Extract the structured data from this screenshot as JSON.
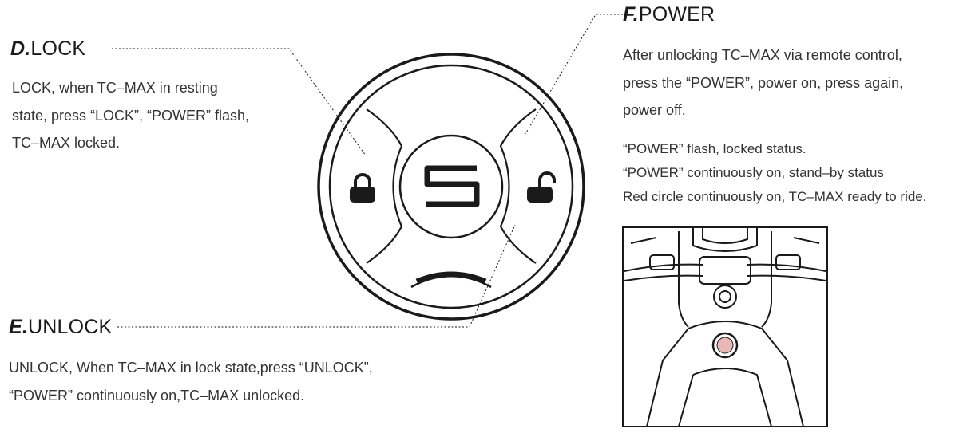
{
  "sections": {
    "lock": {
      "letter": "D.",
      "title": "LOCK",
      "lines": [
        "LOCK, when TC–MAX in resting",
        "state, press “LOCK”, “POWER” flash,",
        "TC–MAX locked."
      ]
    },
    "unlock": {
      "letter": "E.",
      "title": "UNLOCK",
      "lines": [
        "UNLOCK, When TC–MAX in lock state,press “UNLOCK”,",
        "“POWER” continuously on,TC–MAX unlocked."
      ]
    },
    "power": {
      "letter": "F.",
      "title": "POWER",
      "lines": [
        "After unlocking TC–MAX via remote control,",
        "press the “POWER”, power on, press again,",
        "power off."
      ],
      "status_lines": [
        "“POWER” flash, locked status.",
        "“POWER” continuously on, stand–by status",
        "Red circle continuously on, TC–MAX ready to ride."
      ]
    }
  },
  "icons": {
    "remote_lock": "lock-closed-icon",
    "remote_unlock": "lock-open-icon",
    "remote_logo": "brand-s-logo-icon",
    "bike_power_button": "power-button-icon"
  },
  "colors": {
    "line": "#1a1a1a",
    "power_button": "#e7b8b6"
  }
}
